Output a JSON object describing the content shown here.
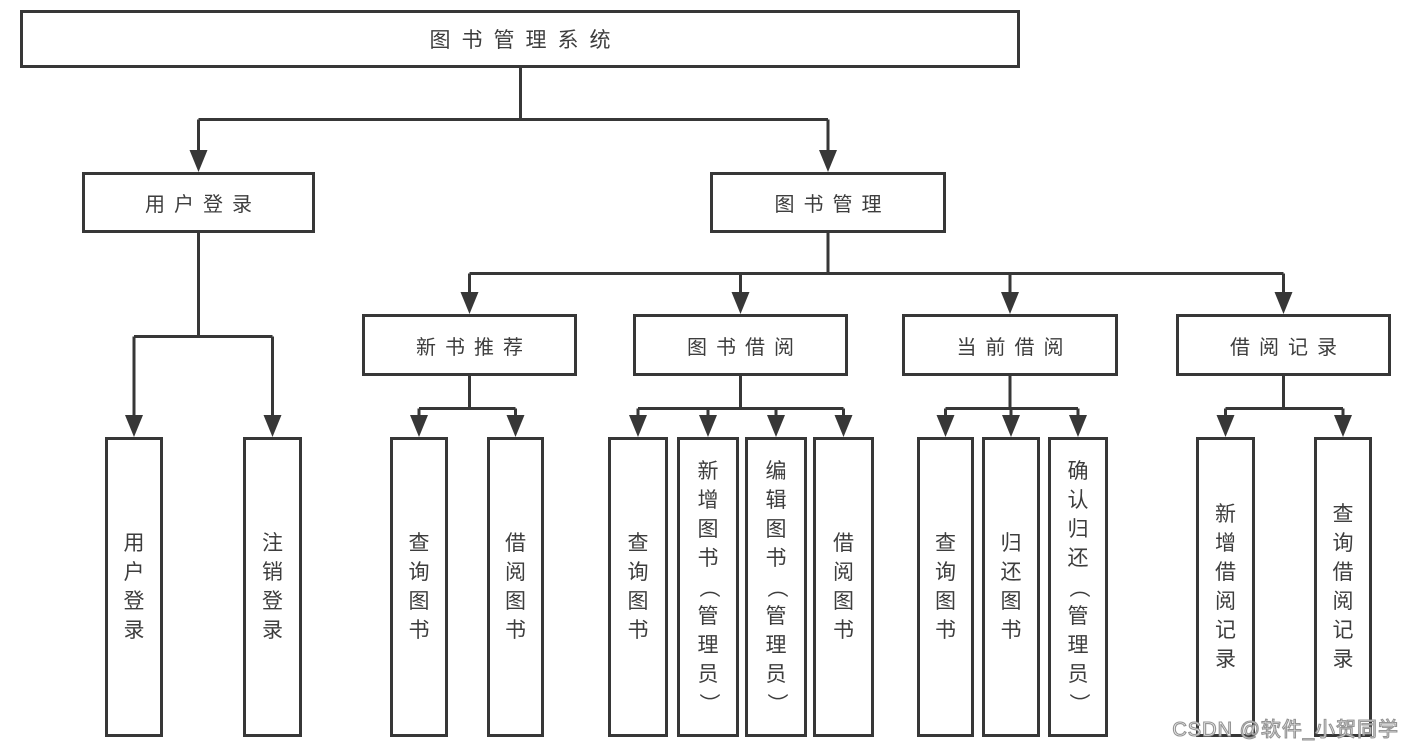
{
  "diagram": {
    "root": {
      "label": "图书管理系统"
    },
    "branches": {
      "user_login": {
        "label": "用户登录"
      },
      "book_management": {
        "label": "图书管理"
      }
    },
    "modules": {
      "new_book_recommend": {
        "label": "新书推荐"
      },
      "book_borrow": {
        "label": "图书借阅"
      },
      "current_borrow": {
        "label": "当前借阅"
      },
      "borrow_records": {
        "label": "借阅记录"
      }
    },
    "leaves": {
      "login": {
        "label": "用户登录"
      },
      "logout": {
        "label": "注销登录"
      },
      "nb_query": {
        "label": "查询图书"
      },
      "nb_borrow": {
        "label": "借阅图书"
      },
      "bw_query": {
        "label": "查询图书"
      },
      "bw_add": {
        "label": "新增图书（管理员）"
      },
      "bw_edit": {
        "label": "编辑图书（管理员）"
      },
      "bw_borrow": {
        "label": "借阅图书"
      },
      "cur_query": {
        "label": "查询图书"
      },
      "cur_return": {
        "label": "归还图书"
      },
      "cur_confirm": {
        "label": "确认归还（管理员）"
      },
      "rec_add": {
        "label": "新增借阅记录"
      },
      "rec_query": {
        "label": "查询借阅记录"
      }
    },
    "watermark": "CSDN @软件_小贺同学",
    "colors": {
      "line": "#373737",
      "text": "#3d3d3d",
      "background": "#ffffff"
    }
  }
}
